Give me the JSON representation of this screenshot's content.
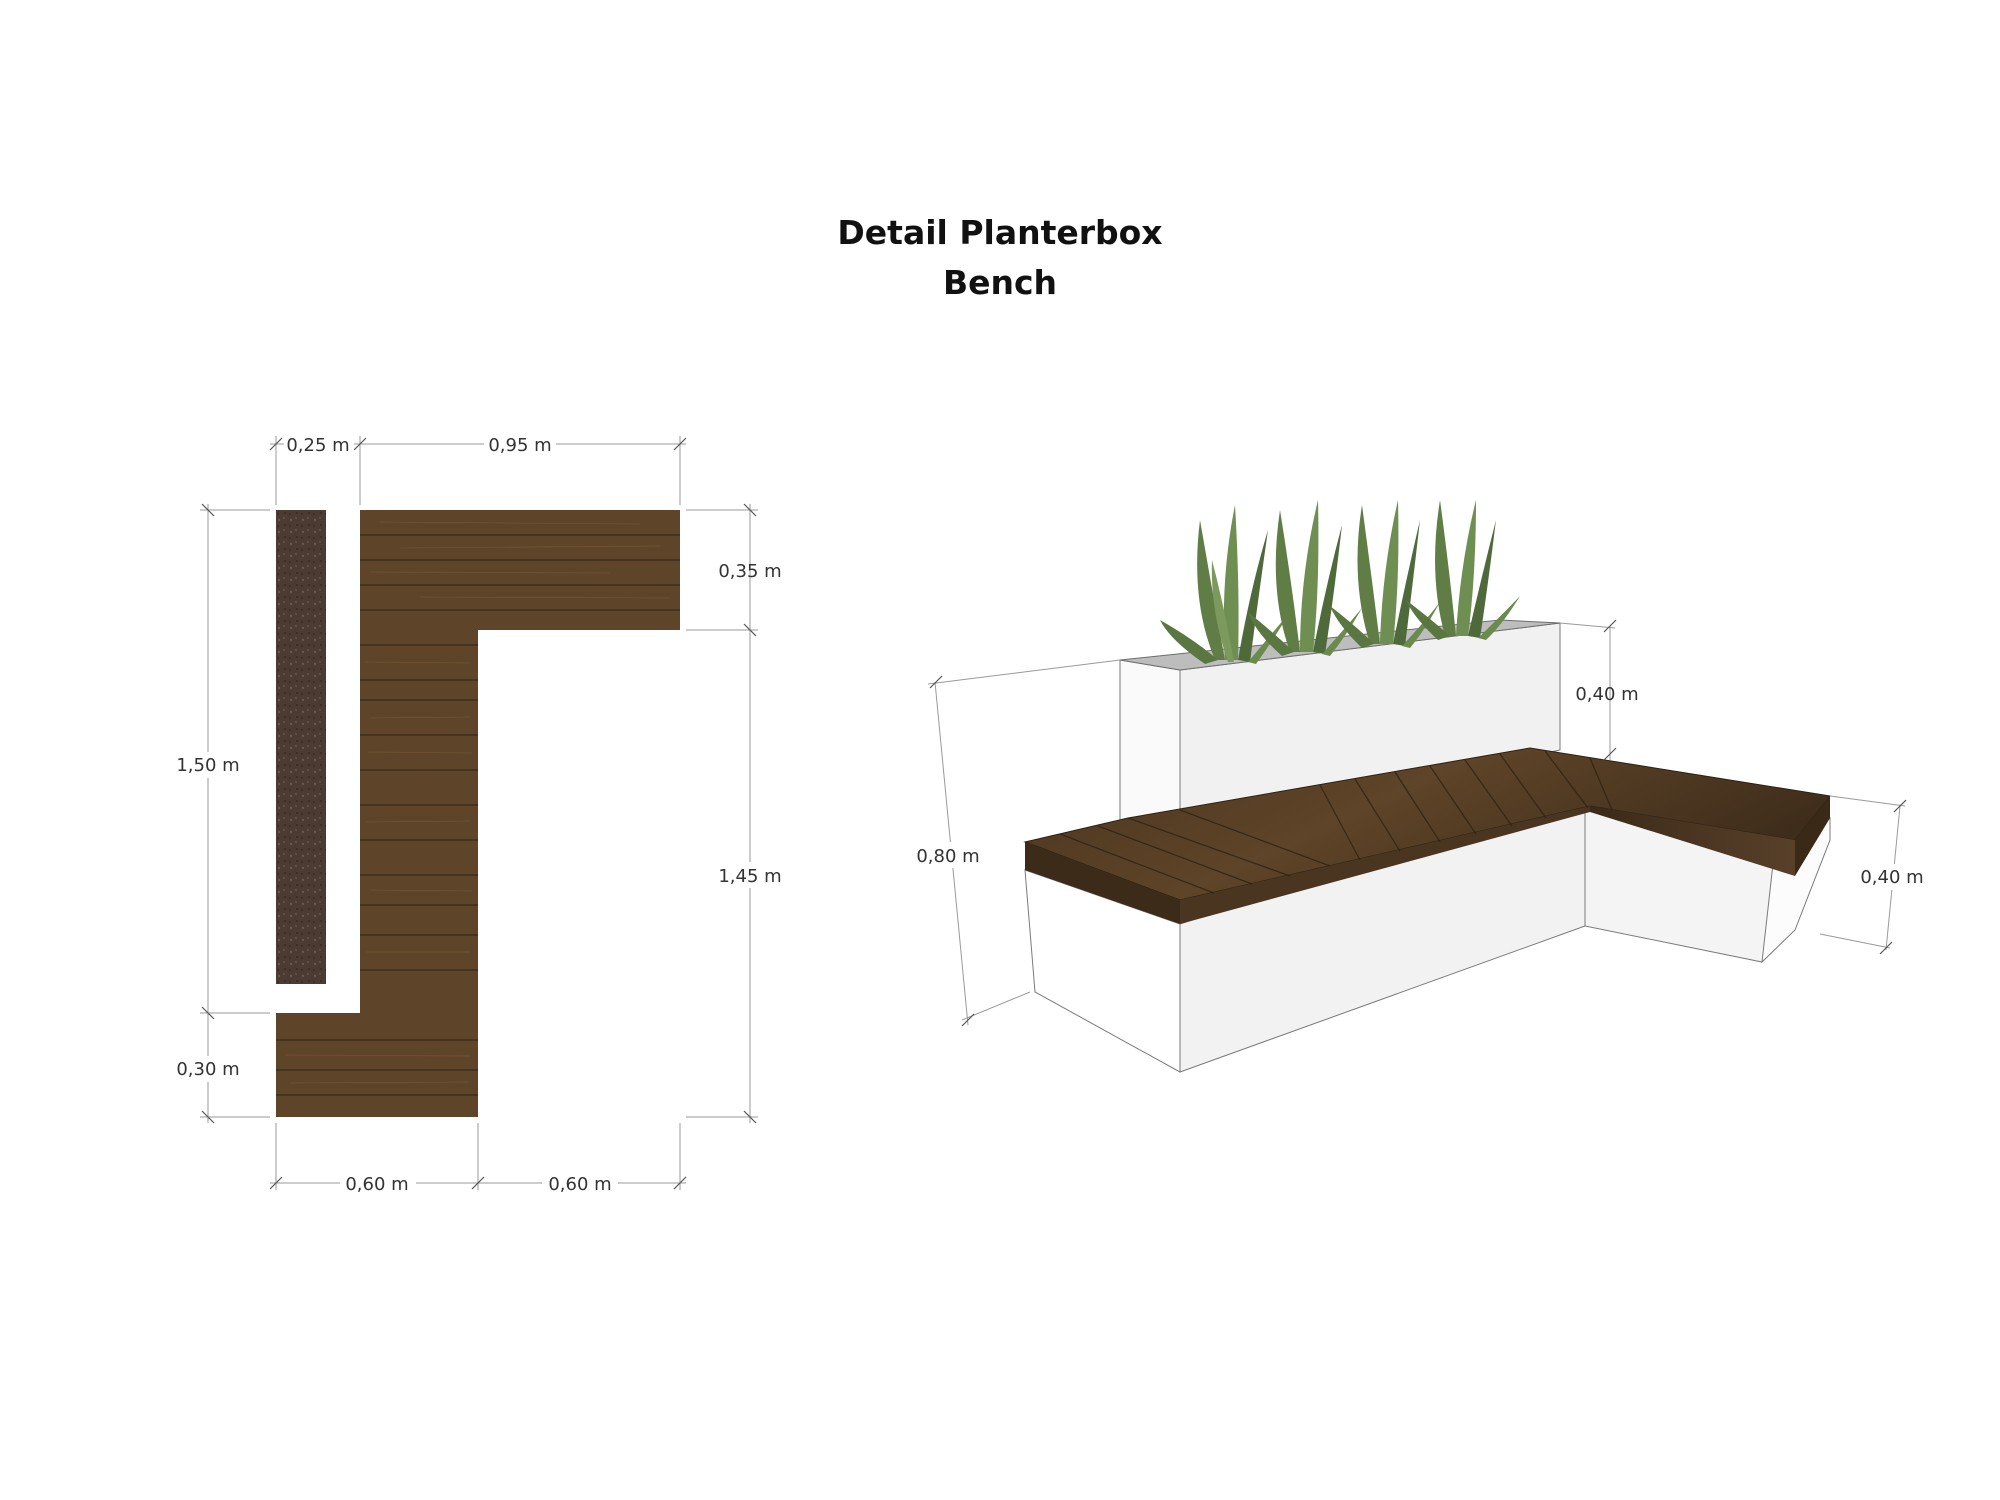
{
  "title": {
    "line1": "Detail Planterbox",
    "line2": "Bench"
  },
  "plan": {
    "dims": {
      "top_left": "0,25 m",
      "top_right": "0,95 m",
      "right_top": "0,35 m",
      "right_main": "1,45 m",
      "left_main": "1,50 m",
      "left_bottom": "0,30 m",
      "bottom_left": "0,60 m",
      "bottom_right": "0,60 m"
    }
  },
  "perspective": {
    "dims": {
      "planter_height": "0,40 m",
      "total_height": "0,80 m",
      "seat_height": "0,40 m"
    }
  },
  "colors": {
    "wood": "#5e4428",
    "wood_dark": "#4a3520",
    "soil": "#4b3b32",
    "concrete": "#f2f2f2",
    "leaf": "#5f7d45"
  }
}
